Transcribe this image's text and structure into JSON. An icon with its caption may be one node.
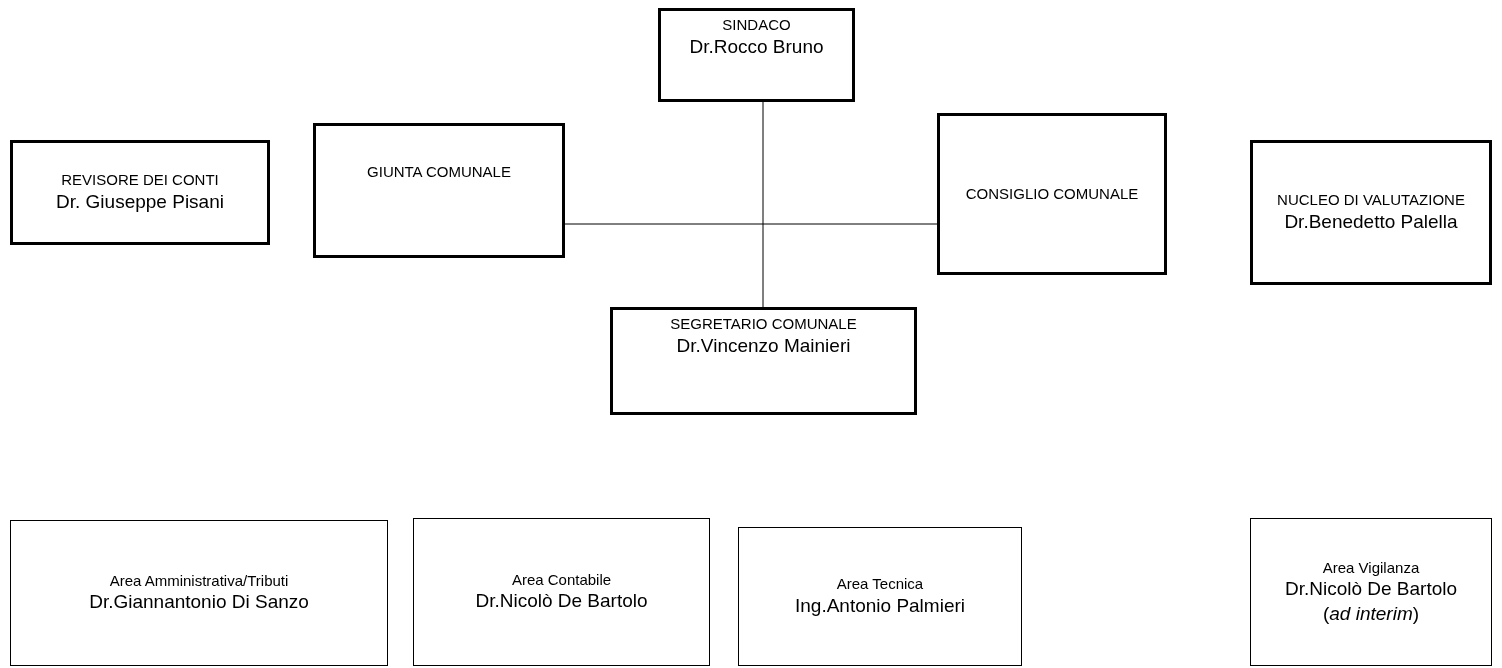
{
  "diagram": {
    "nodes": [
      {
        "text": [
          "SINDACO",
          "Dr.Rocco Bruno"
        ]
      },
      {
        "text": [
          "REVISORE DEI CONTI",
          "Dr. Giuseppe Pisani"
        ]
      },
      {
        "text": [
          "GIUNTA COMUNALE"
        ]
      },
      {
        "text": [
          "CONSIGLIO COMUNALE"
        ]
      },
      {
        "text": [
          "NUCLEO DI VALUTAZIONE",
          "Dr.Benedetto Palella"
        ]
      },
      {
        "text": [
          "SEGRETARIO COMUNALE",
          "Dr.Vincenzo Mainieri"
        ]
      },
      {
        "text": [
          "Area Amministrativa/Tributi",
          "Dr.Giannantonio Di Sanzo"
        ]
      },
      {
        "text": [
          "Area Contabile",
          "Dr.Nicolò De Bartolo"
        ]
      },
      {
        "text": [
          "Area Tecnica",
          "Ing.Antonio Palmieri"
        ]
      },
      {
        "text": [
          "Area Vigilanza",
          "Dr.Nicolò De Bartolo",
          "(*ad interim*)"
        ]
      }
    ],
    "edges": [
      {
        "from": 2,
        "to": 3,
        "arrow": "none"
      },
      {
        "from": 0,
        "to": 5,
        "arrow": "none"
      }
    ]
  }
}
